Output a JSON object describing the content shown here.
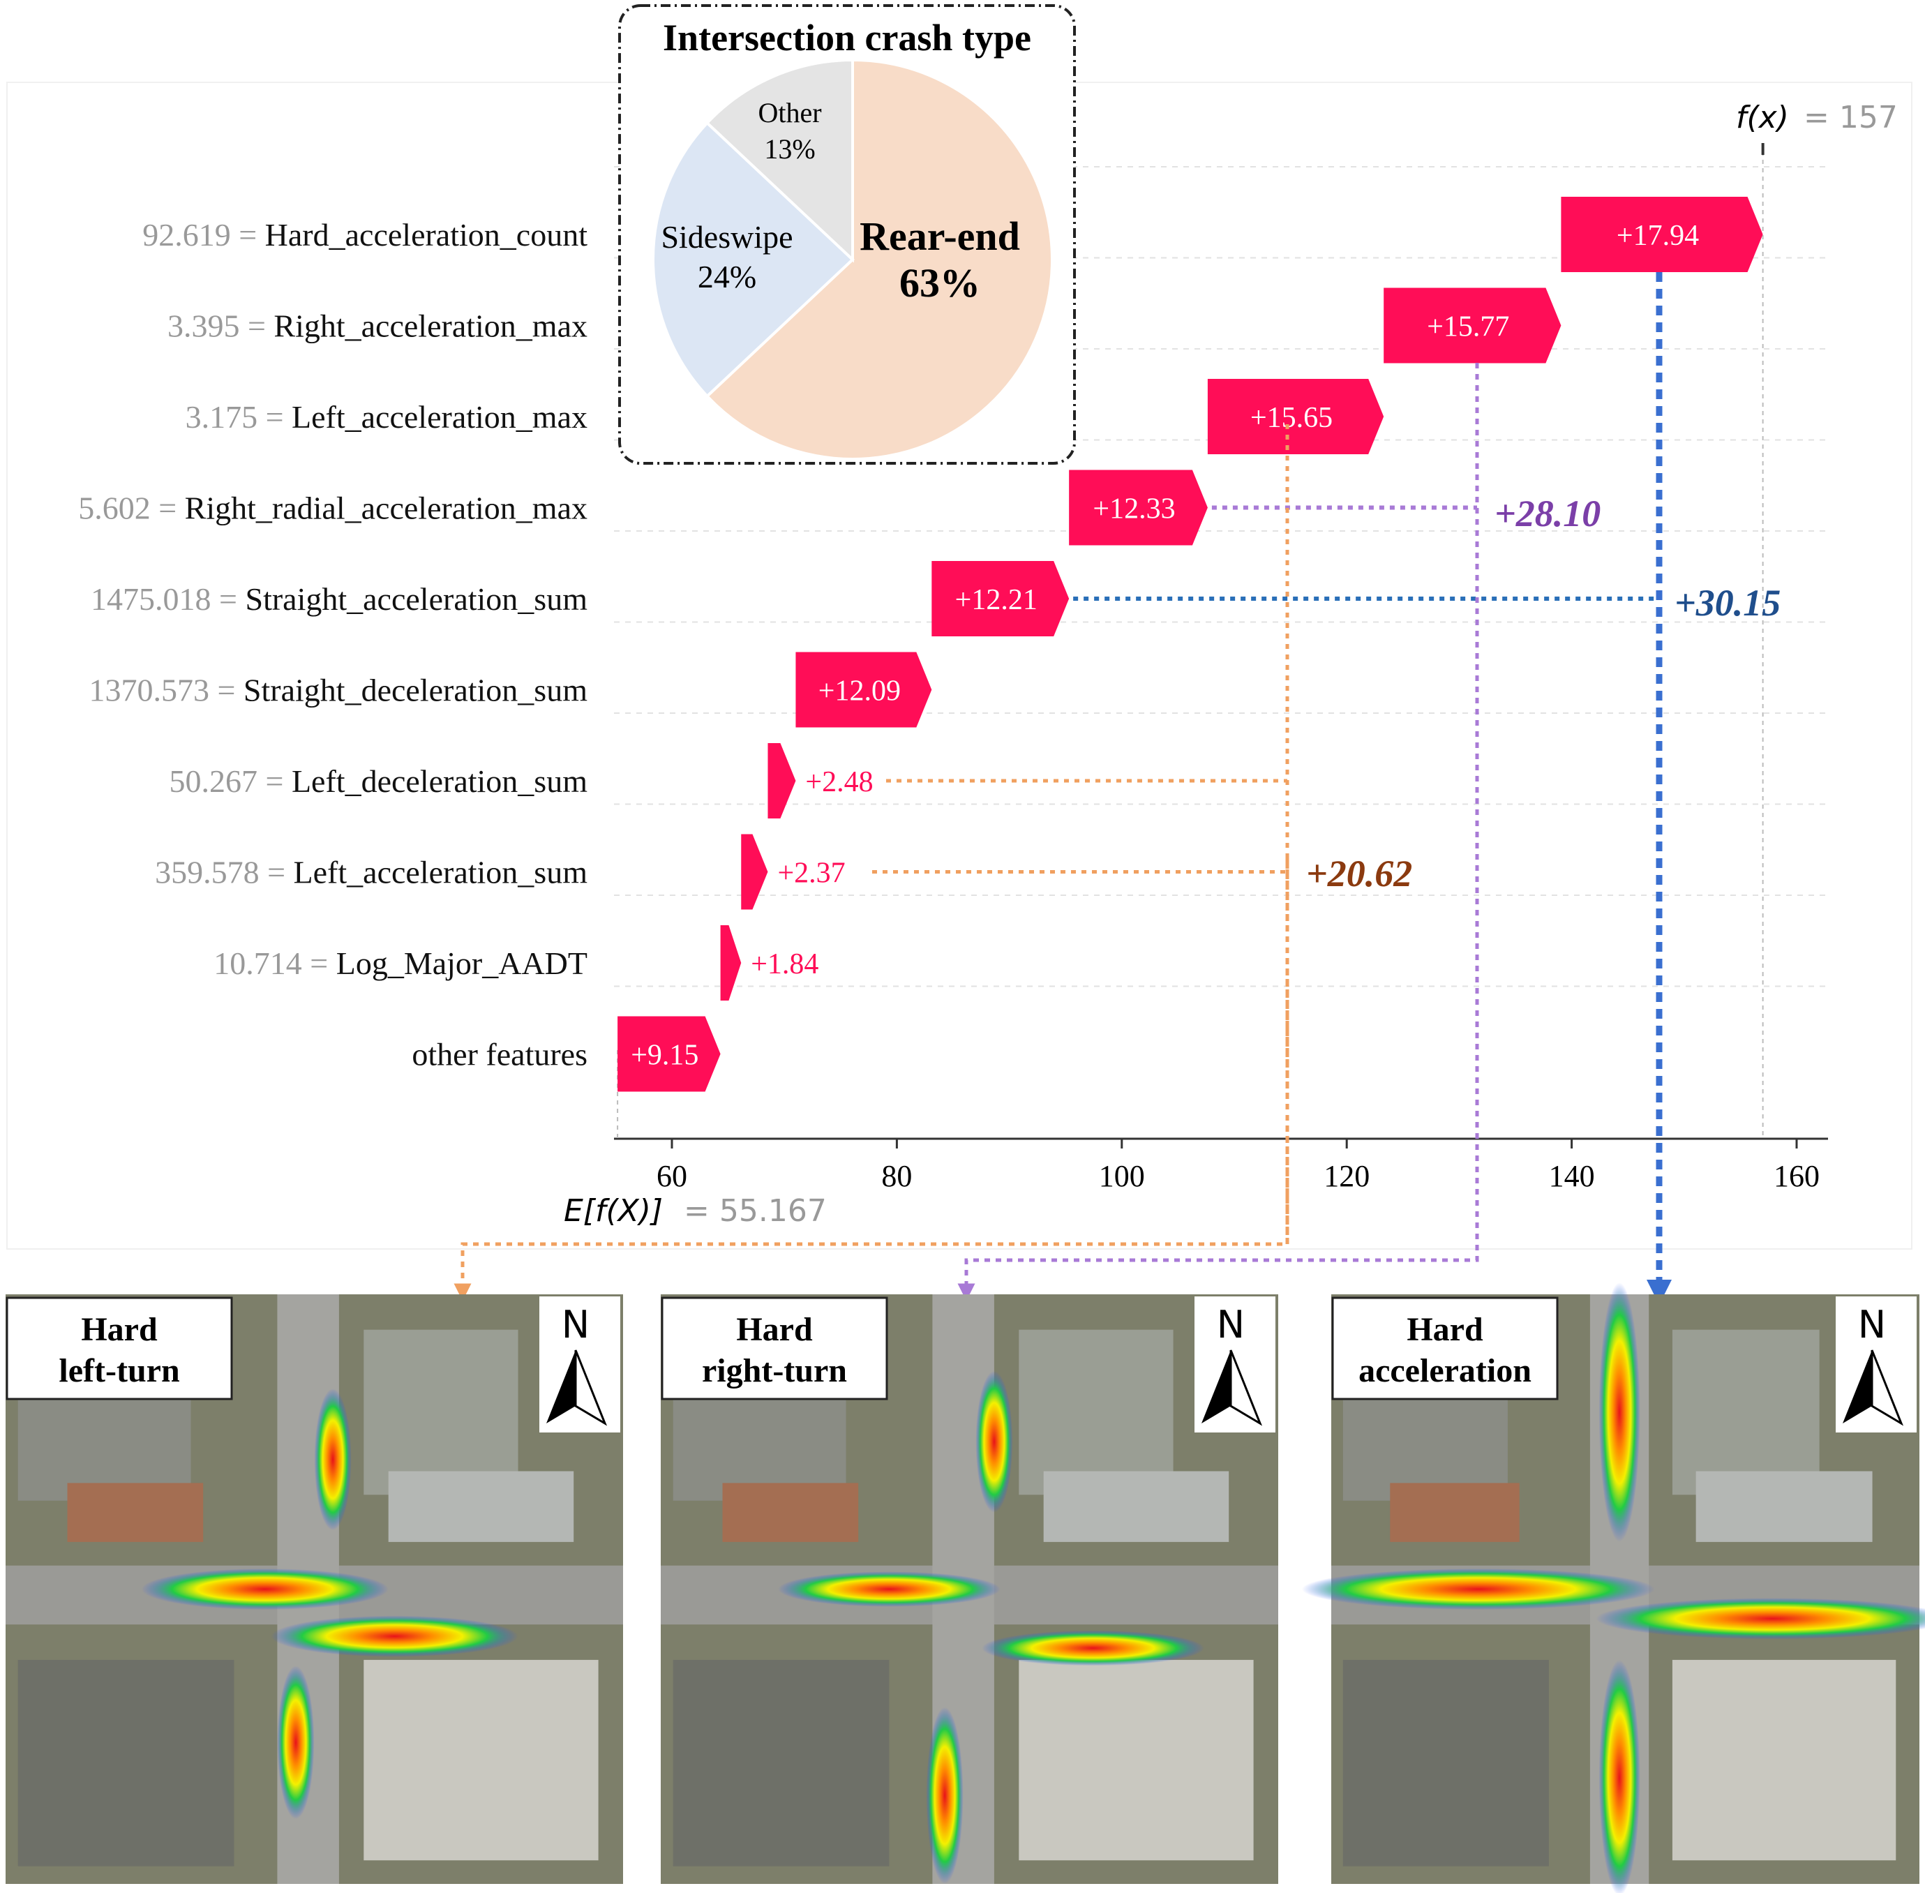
{
  "chart_data": {
    "type": "bar",
    "subtype": "shap-waterfall",
    "expected_value": 55.167,
    "expected_value_label": "E[f(X)]",
    "expected_value_text": "55.167",
    "output_value": 157,
    "output_value_label": "f(x)",
    "output_value_text": "157",
    "xlim": [
      54,
      164
    ],
    "xticks": [
      60,
      80,
      100,
      120,
      140,
      160
    ],
    "features": [
      {
        "value_text": "92.619",
        "name": "Hard_acceleration_count",
        "contribution": 17.94,
        "label": "+17.94"
      },
      {
        "value_text": "3.395",
        "name": "Right_acceleration_max",
        "contribution": 15.77,
        "label": "+15.77"
      },
      {
        "value_text": "3.175",
        "name": "Left_acceleration_max",
        "contribution": 15.65,
        "label": "+15.65"
      },
      {
        "value_text": "5.602",
        "name": "Right_radial_acceleration_max",
        "contribution": 12.33,
        "label": "+12.33"
      },
      {
        "value_text": "1475.018",
        "name": "Straight_acceleration_sum",
        "contribution": 12.21,
        "label": "+12.21"
      },
      {
        "value_text": "1370.573",
        "name": "Straight_deceleration_sum",
        "contribution": 12.09,
        "label": "+12.09"
      },
      {
        "value_text": "50.267",
        "name": "Left_deceleration_sum",
        "contribution": 2.48,
        "label": "+2.48"
      },
      {
        "value_text": "359.578",
        "name": "Left_acceleration_sum",
        "contribution": 2.37,
        "label": "+2.37"
      },
      {
        "value_text": "10.714",
        "name": "Log_Major_AADT",
        "contribution": 1.84,
        "label": "+1.84"
      },
      {
        "value_text": "",
        "name": "other features",
        "contribution": 9.15,
        "label": "+9.15"
      }
    ],
    "group_annotations": [
      {
        "text": "+28.10",
        "color": "#7b3fa8"
      },
      {
        "text": "+30.15",
        "color": "#1f4e8c"
      },
      {
        "text": "+20.62",
        "color": "#8b3a0f"
      }
    ],
    "bar_color": "#ff0d57",
    "inset_pie": {
      "type": "pie",
      "title": "Intersection crash type",
      "slices": [
        {
          "name": "Rear-end",
          "percent_text": "63%",
          "value": 63,
          "color": "#f8dcc8"
        },
        {
          "name": "Sideswipe",
          "percent_text": "24%",
          "value": 24,
          "color": "#dce6f4"
        },
        {
          "name": "Other",
          "percent_text": "13%",
          "value": 13,
          "color": "#e4e4e4"
        }
      ]
    }
  },
  "map_panels": [
    {
      "title_line1": "Hard",
      "title_line2": "left-turn",
      "north_label": "N"
    },
    {
      "title_line1": "Hard",
      "title_line2": "right-turn",
      "north_label": "N"
    },
    {
      "title_line1": "Hard",
      "title_line2": "acceleration",
      "north_label": "N"
    }
  ]
}
